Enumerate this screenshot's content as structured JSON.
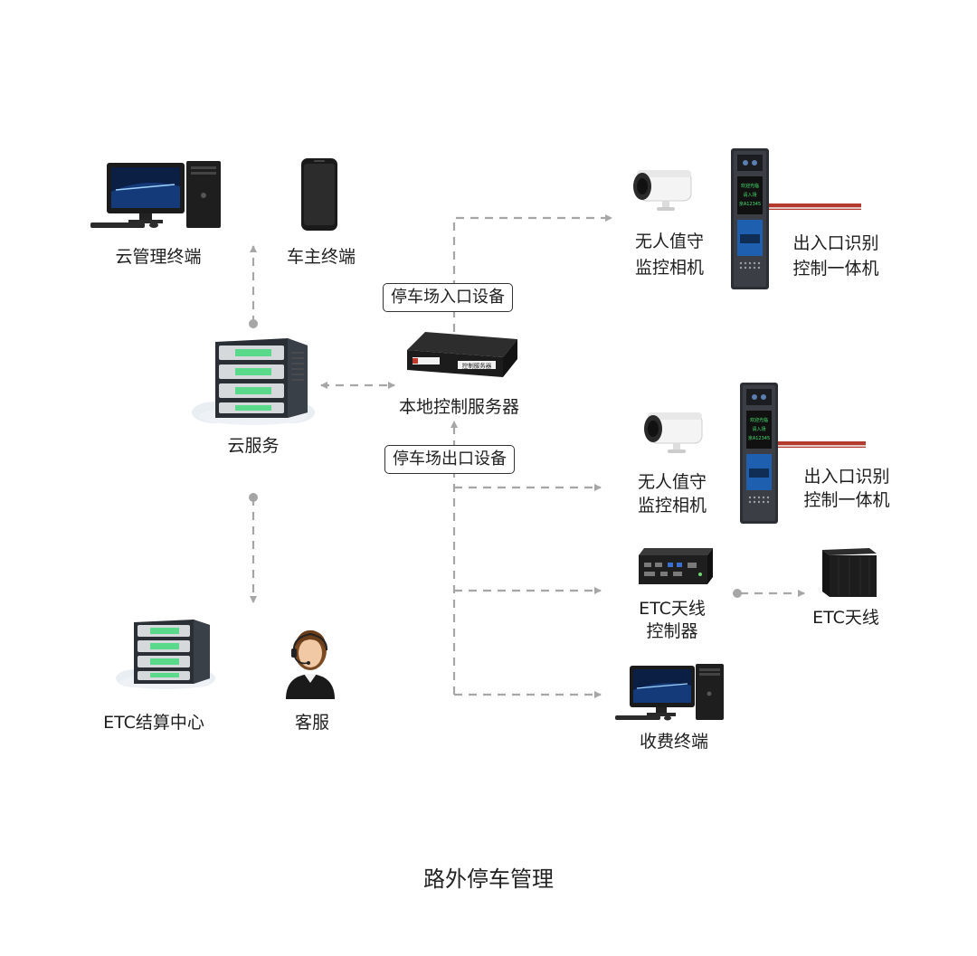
{
  "nodes": {
    "cloud_terminal": "云管理终端",
    "owner_terminal": "车主终端",
    "cloud_service": "云服务",
    "local_server": "本地控制服务器",
    "entry_group": "停车场入口设备",
    "exit_group": "停车场出口设备",
    "camera_entry": [
      "无人值守",
      "监控相机"
    ],
    "gate_entry": [
      "出入口识别",
      "控制一体机"
    ],
    "camera_exit": [
      "无人值守",
      "监控相机"
    ],
    "gate_exit": [
      "出入口识别",
      "控制一体机"
    ],
    "etc_controller": [
      "ETC天线",
      "控制器"
    ],
    "etc_antenna": "ETC天线",
    "toll_terminal": "收费终端",
    "etc_center": "ETC结算中心",
    "customer_service": "客服"
  },
  "device_text": {
    "server_brand": "控制服务器",
    "gate_display": [
      "欢迎光临",
      "请入场",
      "京A12345"
    ]
  },
  "caption": "路外停车管理",
  "colors": {
    "connector": "#a6a6a6",
    "box_border": "#333333",
    "server_green": "#5bd98a",
    "boom_red": "#b23a2e"
  }
}
